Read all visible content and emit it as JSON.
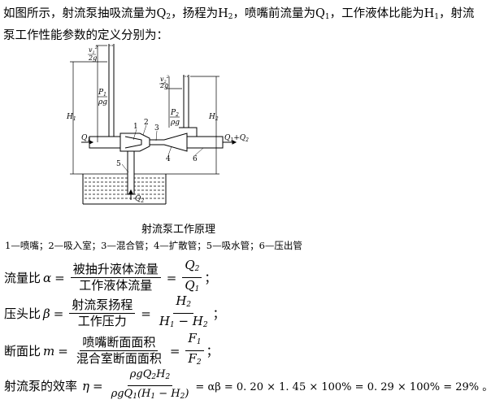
{
  "question": {
    "line1": "如图所示，射流泵抽吸流量为Q",
    "line1_sub": "2",
    "line1_b": "，扬程为H",
    "line1_b_sub": "2",
    "line1_c": "，喷嘴前流量为Q",
    "line1_c_sub": "1",
    "line1_d": "，工作液体比能为H",
    "line1_d_sub": "1",
    "line1_e": "，射流",
    "line2": "泵工作性能参数的定义分别为："
  },
  "figure": {
    "caption": "射流泵工作原理",
    "legend": "1—喷嘴；2—吸入室；3—混合管；4—扩散管；5—吸水管；6—压出管",
    "labels": {
      "H1": "H",
      "H1_sub": "1",
      "H2": "H",
      "H2_sub": "2",
      "Q1": "Q",
      "Q1_sub": "1",
      "Q1Q2": "Q",
      "Q1Q2_sub": "1",
      "Q1Q2_plus": "+Q",
      "Q1Q2_sub2": "2",
      "Q2": "Q",
      "Q2_sub": "2",
      "p1": "P",
      "p1_sub": "1",
      "rho_g": "ρg",
      "p2": "P",
      "p2_sub": "2",
      "v1": "v",
      "v1_sub": "1",
      "v2": "v",
      "v2_sub": "2",
      "sq": "2",
      "two_g": "2g",
      "n1": "1",
      "n2": "2",
      "n3": "3",
      "n4": "4",
      "n5": "5",
      "n6": "6"
    }
  },
  "formulas": {
    "flow_ratio": {
      "label": "流量比",
      "symbol": "α",
      "num_text": "被抽升液体流量",
      "den_text": "工作液体流量",
      "num_sym": "Q",
      "num_sym_sub": "2",
      "den_sym": "Q",
      "den_sym_sub": "1",
      "end": "；"
    },
    "head_ratio": {
      "label": "压头比",
      "symbol": "β",
      "num_text": "射流泵扬程",
      "den_text": "工作压力",
      "num_sym": "H",
      "num_sym_sub": "2",
      "den_sym": "H",
      "den_sym_sub": "1",
      "den_minus": " − H",
      "den_sym_sub2": "2",
      "end": "；"
    },
    "area_ratio": {
      "label": "断面比",
      "symbol": "m",
      "num_text": "喷嘴断面面积",
      "den_text": "混合室断面面积",
      "num_sym": "F",
      "num_sym_sub": "1",
      "den_sym": "F",
      "den_sym_sub": "2",
      "end": "；"
    },
    "efficiency": {
      "label": "射流泵的效率",
      "symbol": "η",
      "num": "ρgQ",
      "num_sub": "2",
      "num_b": "H",
      "num_b_sub": "2",
      "den": "ρgQ",
      "den_sub": "1",
      "den_b": "(H",
      "den_b_sub": "1",
      "den_c": " − H",
      "den_c_sub": "2",
      "den_d": ")",
      "tail": "= αβ = 0. 20 × 1. 45 × 100% = 0. 29 × 100% = 29% 。"
    }
  }
}
